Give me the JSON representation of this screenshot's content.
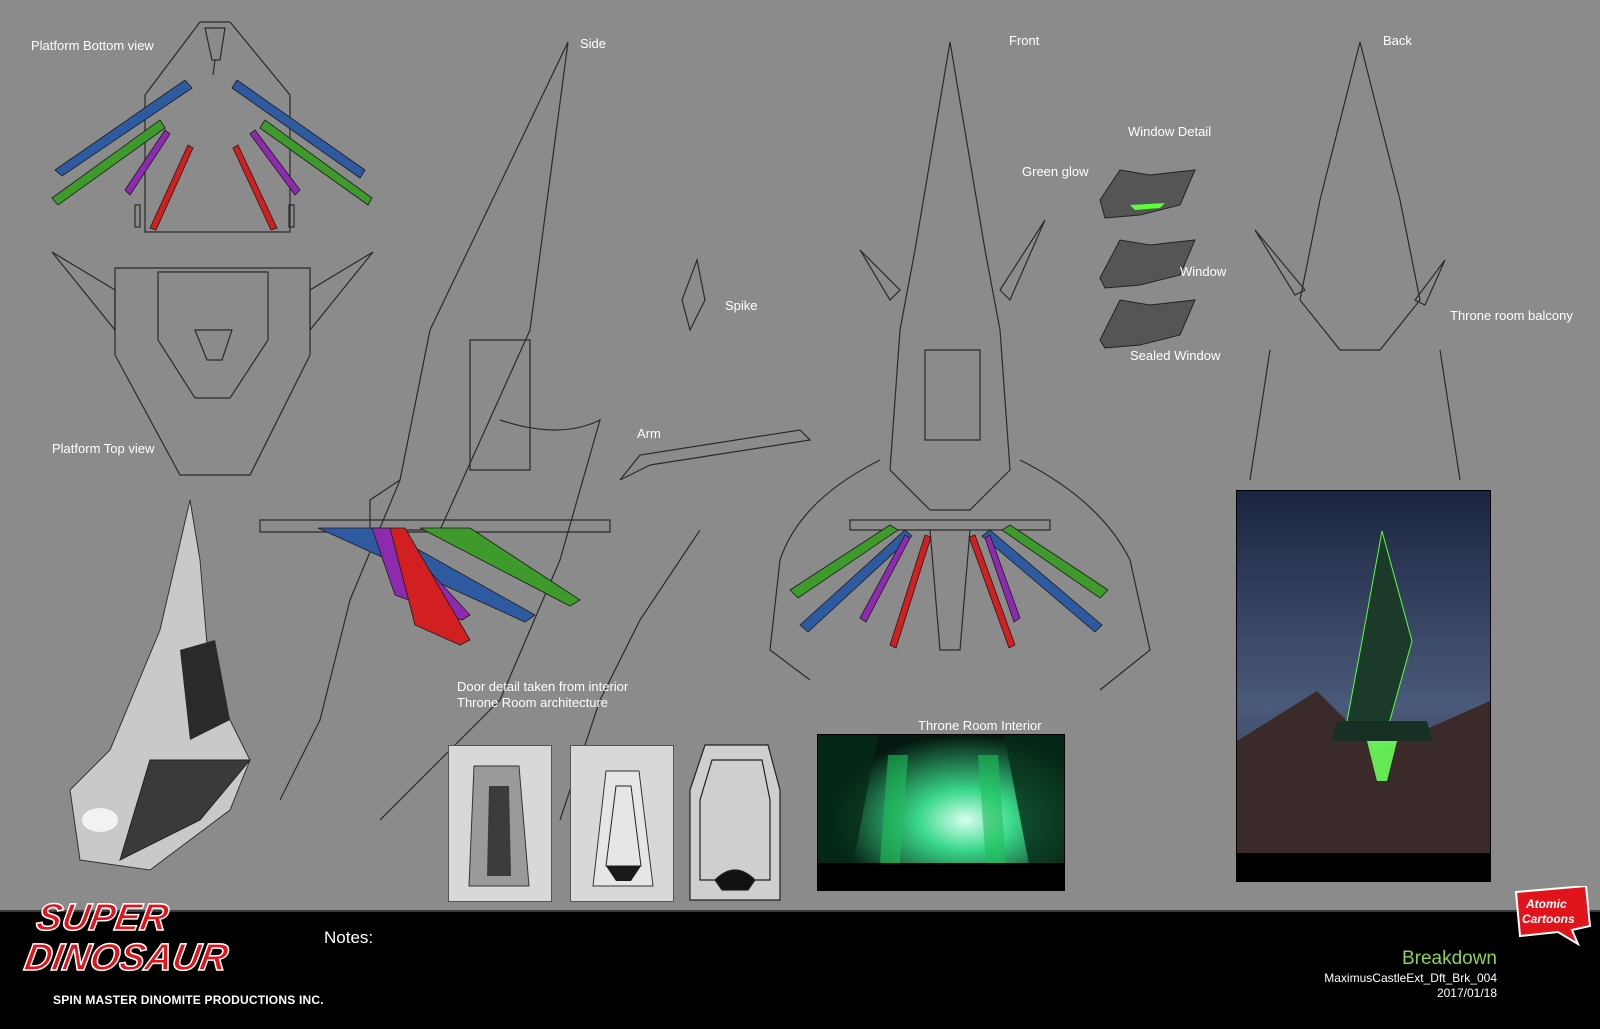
{
  "labels": {
    "platform_bottom": "Platform Bottom view",
    "platform_top": "Platform Top view",
    "side": "Side",
    "front": "Front",
    "back": "Back",
    "window_detail": "Window Detail",
    "green_glow": "Green glow",
    "window": "Window",
    "sealed_window": "Sealed Window",
    "throne_balcony": "Throne room balcony",
    "spike": "Spike",
    "arm": "Arm",
    "door_detail_1": "Door detail taken from interior",
    "door_detail_2": "Throne Room architecture",
    "throne_interior": "Throne Room Interior"
  },
  "footer": {
    "brand_line1": "SUPER",
    "brand_line2": "DINOSAUR",
    "company": "SPIN MASTER DINOMITE PRODUCTIONS INC.",
    "notes_label": "Notes:",
    "stage": "Breakdown",
    "filename": "MaximusCastleExt_Dft_Brk_004",
    "date": "2017/01/18",
    "studio_logo_line1": "Atomic",
    "studio_logo_line2": "Cartoons"
  },
  "colors": {
    "background": "#8b8b8b",
    "footer": "#000000",
    "stage_text": "#8fd44a",
    "blue_arm": "#2d5aa0",
    "green_arm": "#3e9a2a",
    "purple_arm": "#8e2ab0",
    "red_arm": "#d21f1f",
    "brand_red": "#e2141b"
  }
}
